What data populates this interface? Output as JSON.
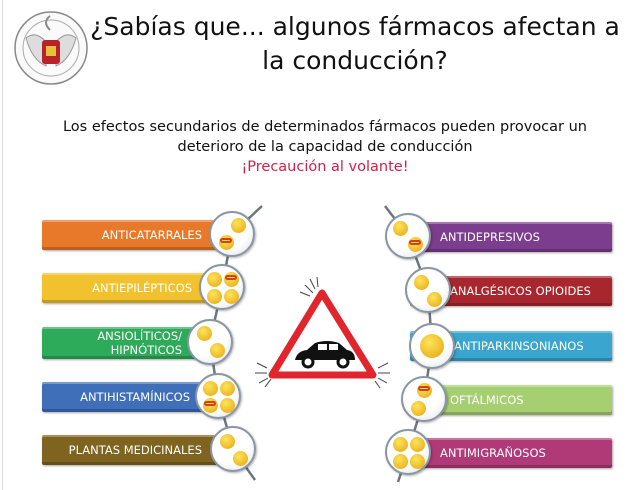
{
  "title": "¿Sabías que... algunos fármacos afectan a la conducción?",
  "subtitle": "Los efectos secundarios de determinados fármacos pueden provocar un deterioro de la capacidad de conducción",
  "warning": "¡Precaución al volante!",
  "left": [
    {
      "label": "ANTICATARRALES",
      "color": "#e8792b"
    },
    {
      "label": "ANTIEPILÉPTICOS",
      "color": "#f2c12e"
    },
    {
      "label": "ANSIOLÍTICOS/ HIPNÓTICOS",
      "color": "#2daa5a"
    },
    {
      "label": "ANTIHISTAMÍNICOS",
      "color": "#3f6fb8"
    },
    {
      "label": "PLANTAS MEDICINALES",
      "color": "#7f6420"
    }
  ],
  "right": [
    {
      "label": "ANTIDEPRESIVOS",
      "color": "#7c3d8e"
    },
    {
      "label": "ANALGÉSICOS OPIOIDES",
      "color": "#a8262e"
    },
    {
      "label": "ANTIPARKINSONIANOS",
      "color": "#3aa6cf"
    },
    {
      "label": "OFTÁLMICOS",
      "color": "#a6cf72"
    },
    {
      "label": "ANTIMIGRAÑOSOS",
      "color": "#b03a78"
    }
  ]
}
